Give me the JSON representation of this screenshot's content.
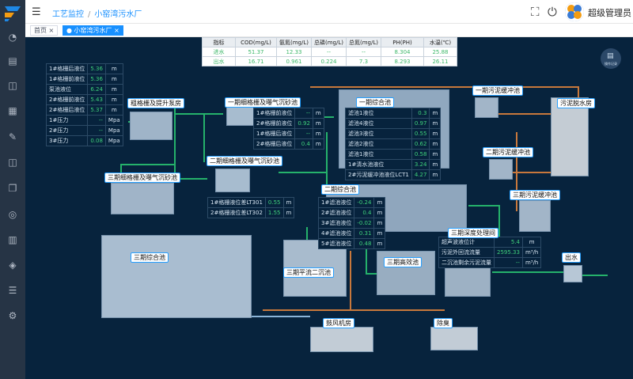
{
  "header": {
    "breadcrumb": [
      "工艺监控",
      "小窑湾污水厂"
    ],
    "user_name": "超级管理员"
  },
  "tabs": [
    {
      "label": "首页",
      "close": "×"
    },
    {
      "label": "小窑湾污水厂",
      "close": "×"
    }
  ],
  "sidebar_icons": [
    "dashboard-icon",
    "document-icon",
    "book-icon",
    "chart-icon",
    "edit-icon",
    "book-open-icon",
    "copy-icon",
    "settings-ring-icon",
    "calendar-icon",
    "layers-icon",
    "list-icon",
    "gear-icon"
  ],
  "water_quality": {
    "headers": [
      "指标",
      "COD(mg/L)",
      "氨氮(mg/L)",
      "总磷(mg/L)",
      "总氮(mg/L)",
      "PH(PH)",
      "水温(℃)"
    ],
    "rows": [
      {
        "label": "进水",
        "values": [
          "51.37",
          "12.33",
          "--",
          "--",
          "8.304",
          "25.88"
        ]
      },
      {
        "label": "出水",
        "values": [
          "16.71",
          "0.961",
          "0.224",
          "7.3",
          "8.293",
          "26.11"
        ]
      }
    ]
  },
  "ops_button": "操作记录",
  "tables": {
    "t1": [
      [
        "1#格栅后液位",
        "5.36",
        "m"
      ],
      [
        "1#格栅前液位",
        "5.36",
        "m"
      ],
      [
        "泵池液位",
        "6.24",
        "m"
      ],
      [
        "2#格栅前液位",
        "5.43",
        "m"
      ],
      [
        "2#格栅后液位",
        "5.37",
        "m"
      ],
      [
        "1#压力",
        "--",
        "Mpa"
      ],
      [
        "2#压力",
        "--",
        "Mpa"
      ],
      [
        "3#压力",
        "0.08",
        "Mpa"
      ]
    ],
    "t2": [
      [
        "1#格栅前液位",
        "--",
        "m"
      ],
      [
        "2#格栅前液位",
        "0.92",
        "m"
      ],
      [
        "1#格栅后液位",
        "--",
        "m"
      ],
      [
        "2#格栅后液位",
        "0.4",
        "m"
      ]
    ],
    "t3": [
      [
        "滤池1液位",
        "0.3",
        "m"
      ],
      [
        "滤池4液位",
        "0.97",
        "m"
      ],
      [
        "滤池3液位",
        "0.55",
        "m"
      ],
      [
        "滤池2液位",
        "0.62",
        "m"
      ],
      [
        "滤池1液位",
        "0.58",
        "m"
      ],
      [
        "1#清水池液位",
        "3.24",
        "m"
      ],
      [
        "2#污泥缓冲池液位LCT1",
        "4.27",
        "m"
      ]
    ],
    "t4": [
      [
        "1#格栅液位差LT301",
        "0.55",
        "m"
      ],
      [
        "2#格栅液位差LT302",
        "1.55",
        "m"
      ]
    ],
    "t5": [
      [
        "1#滤池液位",
        "-0.24",
        "m"
      ],
      [
        "2#滤池液位",
        "0.4",
        "m"
      ],
      [
        "3#滤池液位",
        "-0.02",
        "m"
      ],
      [
        "4#滤池液位",
        "0.31",
        "m"
      ],
      [
        "5#滤池液位",
        "0.48",
        "m"
      ]
    ],
    "t6": [
      [
        "超声波液位计",
        "5.4",
        "m"
      ],
      [
        "污泥外回流流量",
        "2595.33",
        "m³/h"
      ],
      [
        "二沉池剩余污泥流量",
        "--",
        "m³/h"
      ]
    ]
  },
  "process_labels": {
    "coarse_grid": "粗格栅及提升泵房",
    "phase1_fine": "一期细格栅及曝气沉砂池",
    "phase1_comp": "一期综合池",
    "phase1_buffer": "一期污泥缓冲池",
    "sludge_dewater": "污泥脱水房",
    "phase2_fine": "二期细格栅及曝气沉砂池",
    "phase2_buffer": "二期污泥缓冲池",
    "phase3_fine": "三期细格栅及曝气沉砂池",
    "phase2_comp": "二期综合池",
    "phase3_buffer": "三期污泥缓冲池",
    "phase3_deep": "三期深度处理间",
    "phase3_comp": "三期综合池",
    "phase3_hec": "三期高效池",
    "outlet": "出水",
    "phase3_sed": "三期平流二沉池",
    "blower": "鼓风机房",
    "deodor": "除臭"
  }
}
